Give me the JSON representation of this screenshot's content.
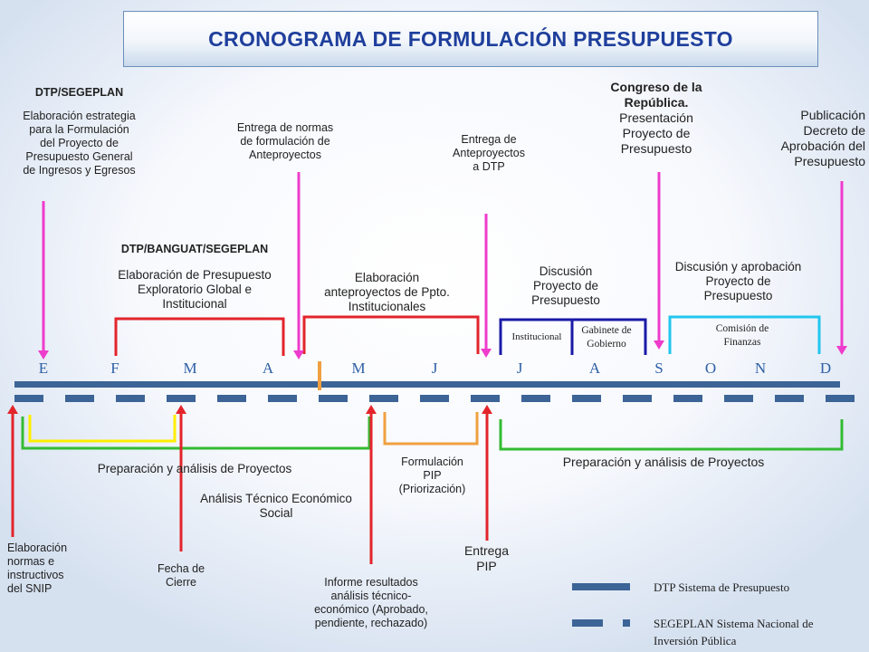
{
  "title": "CRONOGRAMA DE FORMULACIÓN PRESUPUESTO",
  "months": [
    "E",
    "F",
    "M",
    "A",
    "M",
    "J",
    "J",
    "A",
    "S",
    "O",
    "N",
    "D"
  ],
  "top_labels": {
    "dtp_segeplan": {
      "heading": "DTP/SEGEPLAN",
      "lines": [
        "Elaboración estrategia",
        "para la Formulación",
        "del Proyecto de",
        "Presupuesto General",
        "de Ingresos y Egresos"
      ]
    },
    "entrega_normas": [
      "Entrega de normas",
      "de formulación de",
      "Anteproyectos"
    ],
    "entrega_anteproyectos": [
      "Entrega de",
      "Anteproyectos",
      "a DTP"
    ],
    "congreso": {
      "heading_lines": [
        "Congreso de la",
        "República."
      ],
      "lines": [
        "Presentación",
        "Proyecto de",
        "Presupuesto"
      ]
    },
    "publicacion": [
      "Publicación",
      "Decreto de",
      "Aprobación del",
      "Presupuesto"
    ]
  },
  "phase_labels": {
    "banguat": {
      "heading": "DTP/BANGUAT/SEGEPLAN",
      "lines": [
        "Elaboración de Presupuesto",
        "Exploratorio Global e",
        "Institucional"
      ]
    },
    "anteproyectos": [
      "Elaboración",
      "anteproyectos de Ppto.",
      "Institucionales"
    ],
    "discusion": [
      "Discusión",
      "Proyecto de",
      "Presupuesto"
    ],
    "institucional": "Institucional",
    "gabinete": [
      "Gabinete de",
      "Gobierno"
    ],
    "discusion_aprobacion": [
      "Discusión y aprobación",
      "Proyecto de",
      "Presupuesto"
    ],
    "comision": [
      "Comisión de",
      "Finanzas"
    ]
  },
  "bottom_labels": {
    "prep_analisis_1": "Preparación y  análisis  de Proyectos",
    "analisis_tecnico": [
      "Análisis Técnico Económico",
      "Social"
    ],
    "formulacion_pip": [
      "Formulación",
      "PIP",
      "(Priorización)"
    ],
    "prep_analisis_2": "Preparación y  análisis de Proyectos",
    "elaboracion_normas": [
      "Elaboración",
      "normas  e",
      "instructivos",
      "del SNIP"
    ],
    "fecha_cierre": [
      "Fecha de",
      "Cierre"
    ],
    "informe": [
      "Informe resultados",
      "análisis técnico-",
      "económico (Aprobado,",
      "pendiente, rechazado)"
    ],
    "entrega_pip": [
      "Entrega",
      "PIP"
    ]
  },
  "legend": {
    "dtp": "DTP    Sistema de Presupuesto",
    "segeplan": [
      "SEGEPLAN  Sistema Nacional de",
      "Inversión Pública"
    ]
  },
  "colors": {
    "title_text": "#1f3f9c",
    "timeline": "#3c6496",
    "month_letters": "#2e5fa6",
    "arrow_magenta": "#ee3ccc",
    "arrow_red": "#e3242b",
    "bracket_red": "#e3242b",
    "bracket_navy": "#1a1aa8",
    "bracket_cyan": "#22c6ee",
    "bracket_yellow": "#ffee00",
    "bracket_green": "#33bb33",
    "bracket_orange": "#f0a040"
  }
}
